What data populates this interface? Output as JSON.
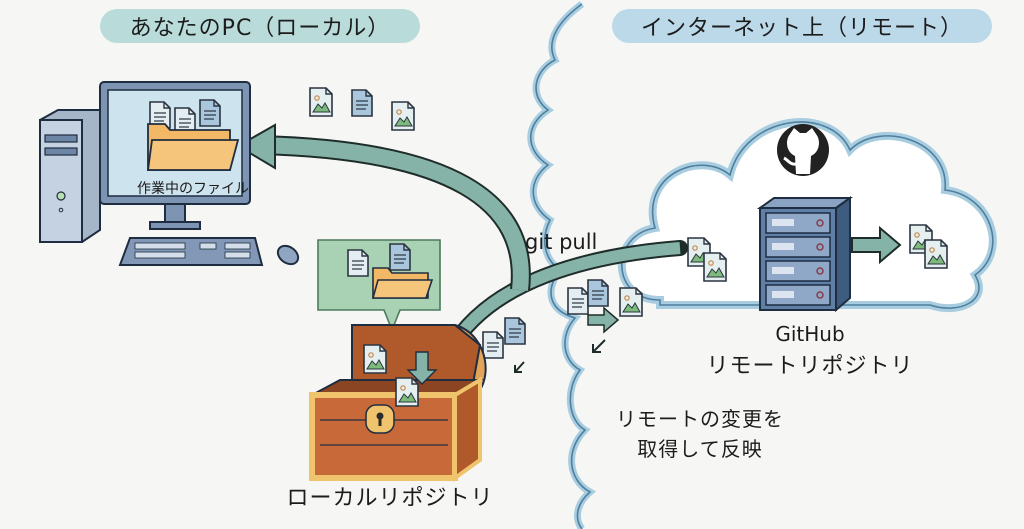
{
  "headers": {
    "local": "あなたのPC（ローカル）",
    "remote": "インターネット上（リモート）"
  },
  "pc": {
    "screen_label": "作業中のファイル"
  },
  "command": {
    "label": "git pull"
  },
  "remote_repo": {
    "service": "GitHub",
    "label": "リモートリポジトリ"
  },
  "local_repo": {
    "label": "ローカルリポジトリ"
  },
  "caption": {
    "line1": "リモートの変更を",
    "line2": "取得して反映"
  },
  "icons": {
    "pc": "desktop-computer-icon",
    "folder": "folder-icon",
    "document": "document-icon",
    "image_file": "image-file-icon",
    "github": "github-logo-icon",
    "server": "server-rack-icon",
    "chest": "treasure-chest-icon",
    "cloud": "cloud-icon"
  },
  "colors": {
    "local_pill": "#b9dcda",
    "remote_pill": "#bcd9ea",
    "arrow": "#86b3a8",
    "cloud_stroke": "#7fb0cc",
    "folder": "#f2b866",
    "chest_wood": "#c8693a",
    "chest_trim": "#f0c46c",
    "server": "#5f7fa6"
  }
}
